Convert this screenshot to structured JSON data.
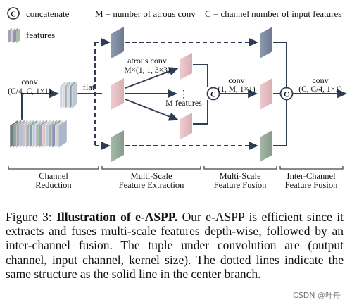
{
  "legend": {
    "concat_symbol": "C",
    "concatenate": "concatenate",
    "features": "features",
    "m_def": "M = number of atrous conv",
    "c_def": "C = channel number of input features"
  },
  "diagram": {
    "conv1_title": "conv",
    "conv1_tuple": "(C/4, C, 1×1)",
    "flat": "flat",
    "atrous_title": "atrous conv",
    "atrous_tuple": "M×(1, 1, 3×3)",
    "dots": "⋮",
    "m_features": "M features",
    "concat_mid": "C",
    "conv2_title": "conv",
    "conv2_tuple": "(1, M, 1×1)",
    "concat_right": "C",
    "conv3_title": "conv",
    "conv3_tuple": "(C, C/4, 1×1)",
    "stages": [
      {
        "line1": "Channel",
        "line2": "Reduction"
      },
      {
        "line1": "Multi-Scale",
        "line2": "Feature Extraction"
      },
      {
        "line1": "Multi-Scale",
        "line2": "Feature Fusion"
      },
      {
        "line1": "Inter-Channel",
        "line2": "Feature Fusion"
      }
    ]
  },
  "caption": {
    "label": "Figure 3: ",
    "title": "Illustration of e-ASPP.",
    "body": " Our e-ASPP is efficient since it extracts and fuses multi-scale features depth-wise, followed by an inter-channel fusion. The tuple under convolution are (output channel, input channel, kernel size). The dotted lines indicate the same structure as the solid line in the center branch."
  },
  "watermark": "CSDN @叶舟",
  "colors": {
    "top_branch": "#7d8a9e",
    "mid_branch": "#e2bcc0",
    "bottom_branch": "#93a897",
    "line": "#2f3c53"
  }
}
